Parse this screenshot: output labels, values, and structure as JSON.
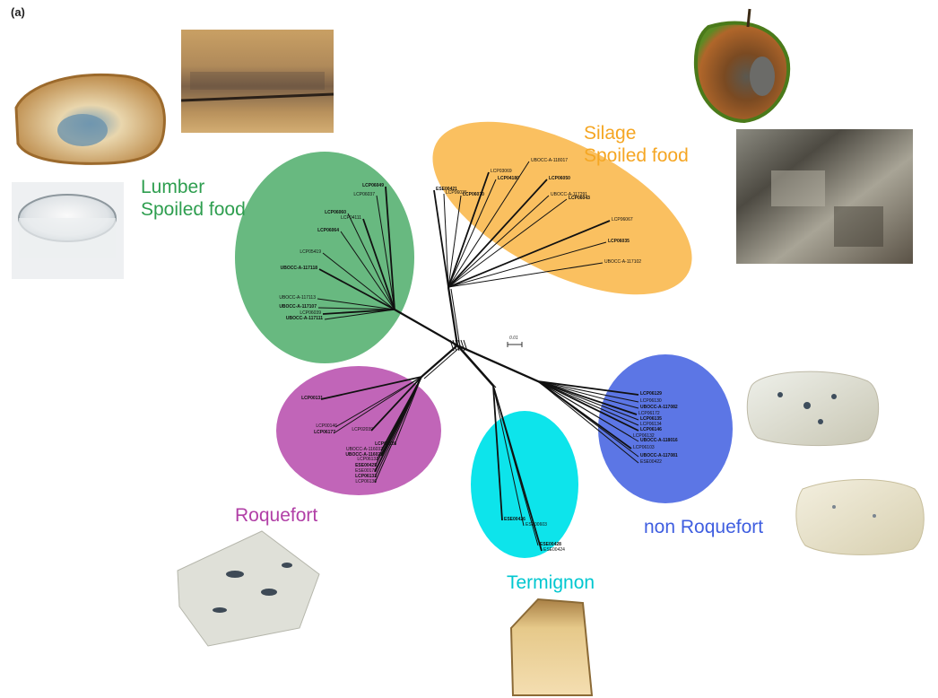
{
  "panel_label": "(a)",
  "scale_bar_label": "0.01",
  "colors": {
    "lumber": "#2e9e4f",
    "silage": "#f5a623",
    "roquefort": "#b13fa6",
    "termignon": "#00d8df",
    "non_roquefort": "#3f5ee0",
    "tree": "#111111"
  },
  "groups": [
    {
      "id": "lumber",
      "label_lines": [
        "Lumber",
        "Spoiled food"
      ]
    },
    {
      "id": "silage",
      "label_lines": [
        "Silage",
        "Spoiled food"
      ]
    },
    {
      "id": "roquefort",
      "label_lines": [
        "Roquefort"
      ]
    },
    {
      "id": "termignon",
      "label_lines": [
        "Termignon"
      ]
    },
    {
      "id": "non_roquefort",
      "label_lines": [
        "non Roquefort"
      ]
    }
  ],
  "leaves": {
    "lumber": [
      "LCP06049",
      "LCP06037",
      "LCP06060",
      "LCP04111",
      "LCP06064",
      "LCP05419",
      "UBOCC-A-117118",
      "UBOCC-A-117113",
      "UBOCC-A-117107",
      "LCP06039",
      "UBOCC-A-117111"
    ],
    "silage": [
      "ESE00421",
      "LCP06036",
      "LCP06070",
      "LCP03069",
      "LCP04180",
      "UBOCC-A-118017",
      "LCP06050",
      "UBOCC-A-117291",
      "LCP06043",
      "LCP06067",
      "LCP06035",
      "UBOCC-A-117102"
    ],
    "roquefort": [
      "LCP00131",
      "LCP00146",
      "LCP06177",
      "LCP02039",
      "LCP06128",
      "UBOCC-A-116032",
      "UBOCC-A-116028",
      "LCP06131",
      "ESE00425",
      "ESE00170",
      "LCP06133",
      "LCP06136"
    ],
    "termignon": [
      "ESE00426",
      "ESE00603",
      "ESE00428",
      "ESE00424"
    ],
    "non_roquefort": [
      "LCP06129",
      "LCP06130",
      "UBOCC-A-117082",
      "LCP06172",
      "LCP06135",
      "LCP06134",
      "LCP06146",
      "LCP06132",
      "UBOCC-A-118016",
      "LCP06103",
      "UBOCC-A-117081",
      "ESE00422"
    ]
  },
  "photos": [
    {
      "name": "moldy-bread-photo"
    },
    {
      "name": "moldy-lumber-photo"
    },
    {
      "name": "mold-culture-jar-photo"
    },
    {
      "name": "moldy-fruit-photo"
    },
    {
      "name": "moldy-silage-photo"
    },
    {
      "name": "blue-cheese-round-photo"
    },
    {
      "name": "blue-cheese-block-photo"
    },
    {
      "name": "roquefort-wedge-photo"
    },
    {
      "name": "termignon-cheese-photo"
    }
  ]
}
